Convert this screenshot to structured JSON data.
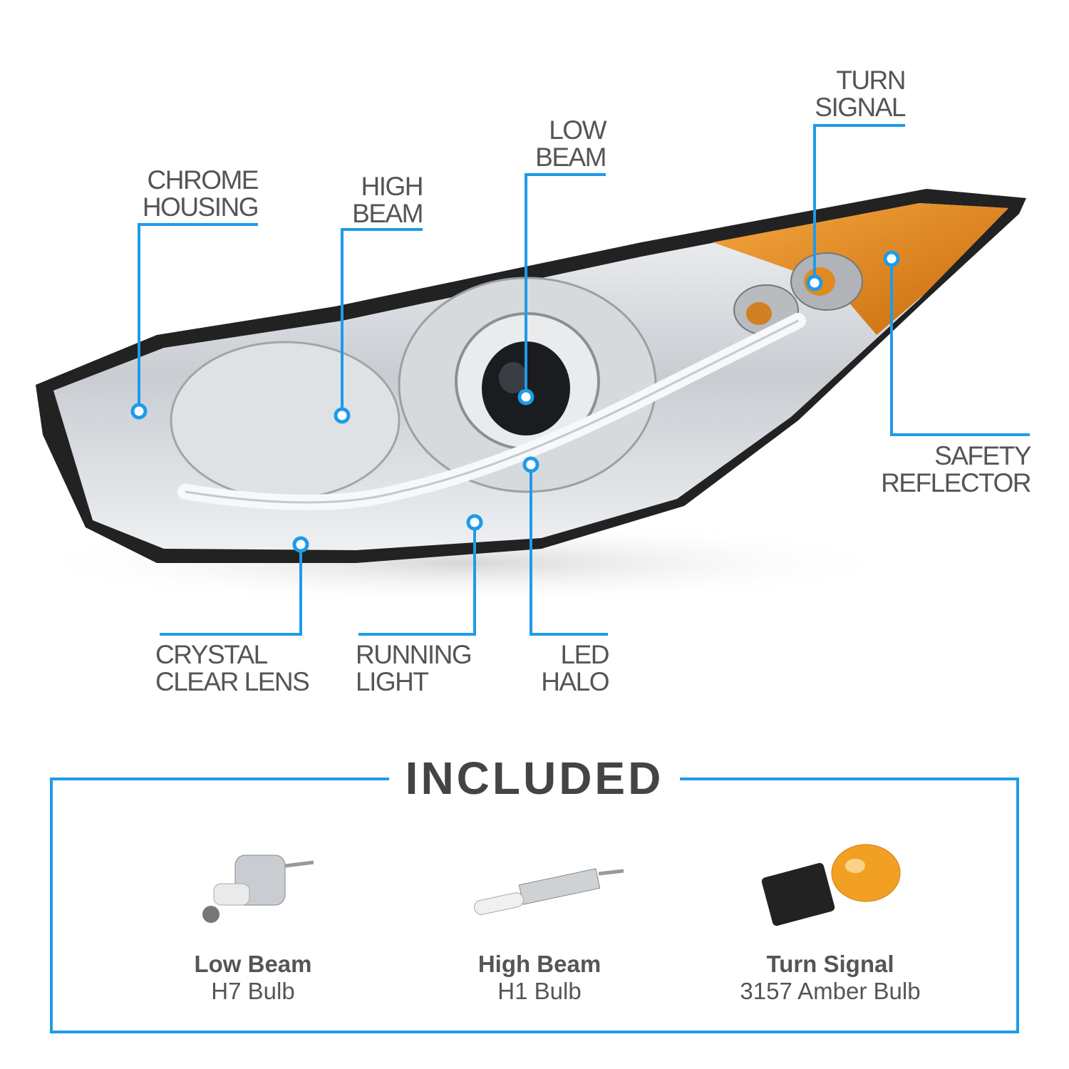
{
  "colors": {
    "accent": "#1e9be9",
    "text": "#555555",
    "amber": "#e8891c"
  },
  "callouts": {
    "chrome_housing": [
      "CHROME",
      "HOUSING"
    ],
    "high_beam": [
      "HIGH",
      "BEAM"
    ],
    "low_beam": [
      "LOW",
      "BEAM"
    ],
    "turn_signal": [
      "TURN",
      "SIGNAL"
    ],
    "safety_reflector": [
      "SAFETY",
      "REFLECTOR"
    ],
    "crystal_clear_lens": [
      "CRYSTAL",
      "CLEAR LENS"
    ],
    "running_light": [
      "RUNNING",
      "LIGHT"
    ],
    "led_halo": [
      "LED",
      "HALO"
    ]
  },
  "included": {
    "title": "INCLUDED",
    "items": [
      {
        "name": "Low Beam",
        "detail": "H7 Bulb"
      },
      {
        "name": "High Beam",
        "detail": "H1 Bulb"
      },
      {
        "name": "Turn Signal",
        "detail": "3157 Amber Bulb"
      }
    ]
  }
}
